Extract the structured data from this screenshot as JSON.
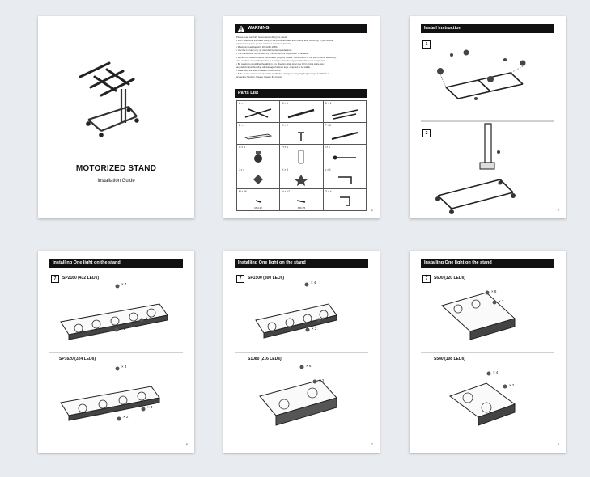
{
  "cover": {
    "title": "MOTORIZED STAND",
    "subtitle": "Installation Guide"
  },
  "warning_page": {
    "heading": "WARNING",
    "warning_lines": [
      "Please read carefully before assembling the stand.",
      "• Don't assemble the stand if any of the parts/hardware are missing after unboxing. If you require",
      "  replacement parts, please contact a Customer Service.",
      "• Maximum load capacity 30KG/66.1LBS.",
      "• Use the 1 motor only as intended by the manufacturer.",
      "• The stand must not be used by children without supervision of an adult.",
      "• We are not responsible for personal or property losses / modification of the stand during assembly,",
      "  use, or failure to use the product in a proper and safe way, resulting from non-compliance.",
      "• Be careful to avoid that the table in any direction slide down the fall in bright white way,",
      "  any deformation/buckling will damage the knob legs, required to be stable.",
      "• Make sure the area is clear of obstructions.",
      "• If the device moves out of control or vibration during the stepping height range, 1m/20min a",
      "  protection function. Please release the button."
    ],
    "parts_heading": "Parts List",
    "parts": [
      {
        "label": "A × 1",
        "caption": ""
      },
      {
        "label": "B × 1",
        "caption": ""
      },
      {
        "label": "C × 1",
        "caption": ""
      },
      {
        "label": "D × 1",
        "caption": ""
      },
      {
        "label": "E × 2",
        "caption": ""
      },
      {
        "label": "F × 2",
        "caption": ""
      },
      {
        "label": "G × 4",
        "caption": ""
      },
      {
        "label": "H × 1",
        "caption": ""
      },
      {
        "label": "I × 1",
        "caption": ""
      },
      {
        "label": "J × 4",
        "caption": ""
      },
      {
        "label": "K × 4",
        "caption": ""
      },
      {
        "label": "L × 1",
        "caption": ""
      },
      {
        "label": "M × 16",
        "caption": "M6×12"
      },
      {
        "label": "N × 12",
        "caption": "M6×25"
      },
      {
        "label": "O × 4",
        "caption": ""
      }
    ],
    "page_number": "1"
  },
  "install_page": {
    "heading": "Install Instruction",
    "step1": "1",
    "step2": "2",
    "page_number": "2"
  },
  "light_pages": [
    {
      "heading": "Installing One light on the stand",
      "step": "7",
      "top_model": "SP2160 (432 LEDs)",
      "top_qty": [
        "× 4",
        "× 4",
        "× 2"
      ],
      "bottom_model": "SP1620 (324 LEDs)",
      "bottom_qty": [
        "× 4",
        "× 4",
        "× 2"
      ],
      "page_number": "6"
    },
    {
      "heading": "Installing One light on the stand",
      "step": "7",
      "top_model": "SP1500 (300 LEDs)",
      "top_qty": [
        "× 4",
        "× 4",
        "× 2"
      ],
      "bottom_model": "S1080 (216 LEDs)",
      "bottom_qty": [
        "× 8",
        "× 2"
      ],
      "page_number": "7"
    },
    {
      "heading": "Installing One light on the stand",
      "step": "7",
      "top_model": "S600 (120 LEDs)",
      "top_qty": [
        "× 8",
        "× 2"
      ],
      "bottom_model": "S540 (108 LEDs)",
      "bottom_qty": [
        "× 4",
        "× 2"
      ],
      "page_number": "8"
    }
  ]
}
